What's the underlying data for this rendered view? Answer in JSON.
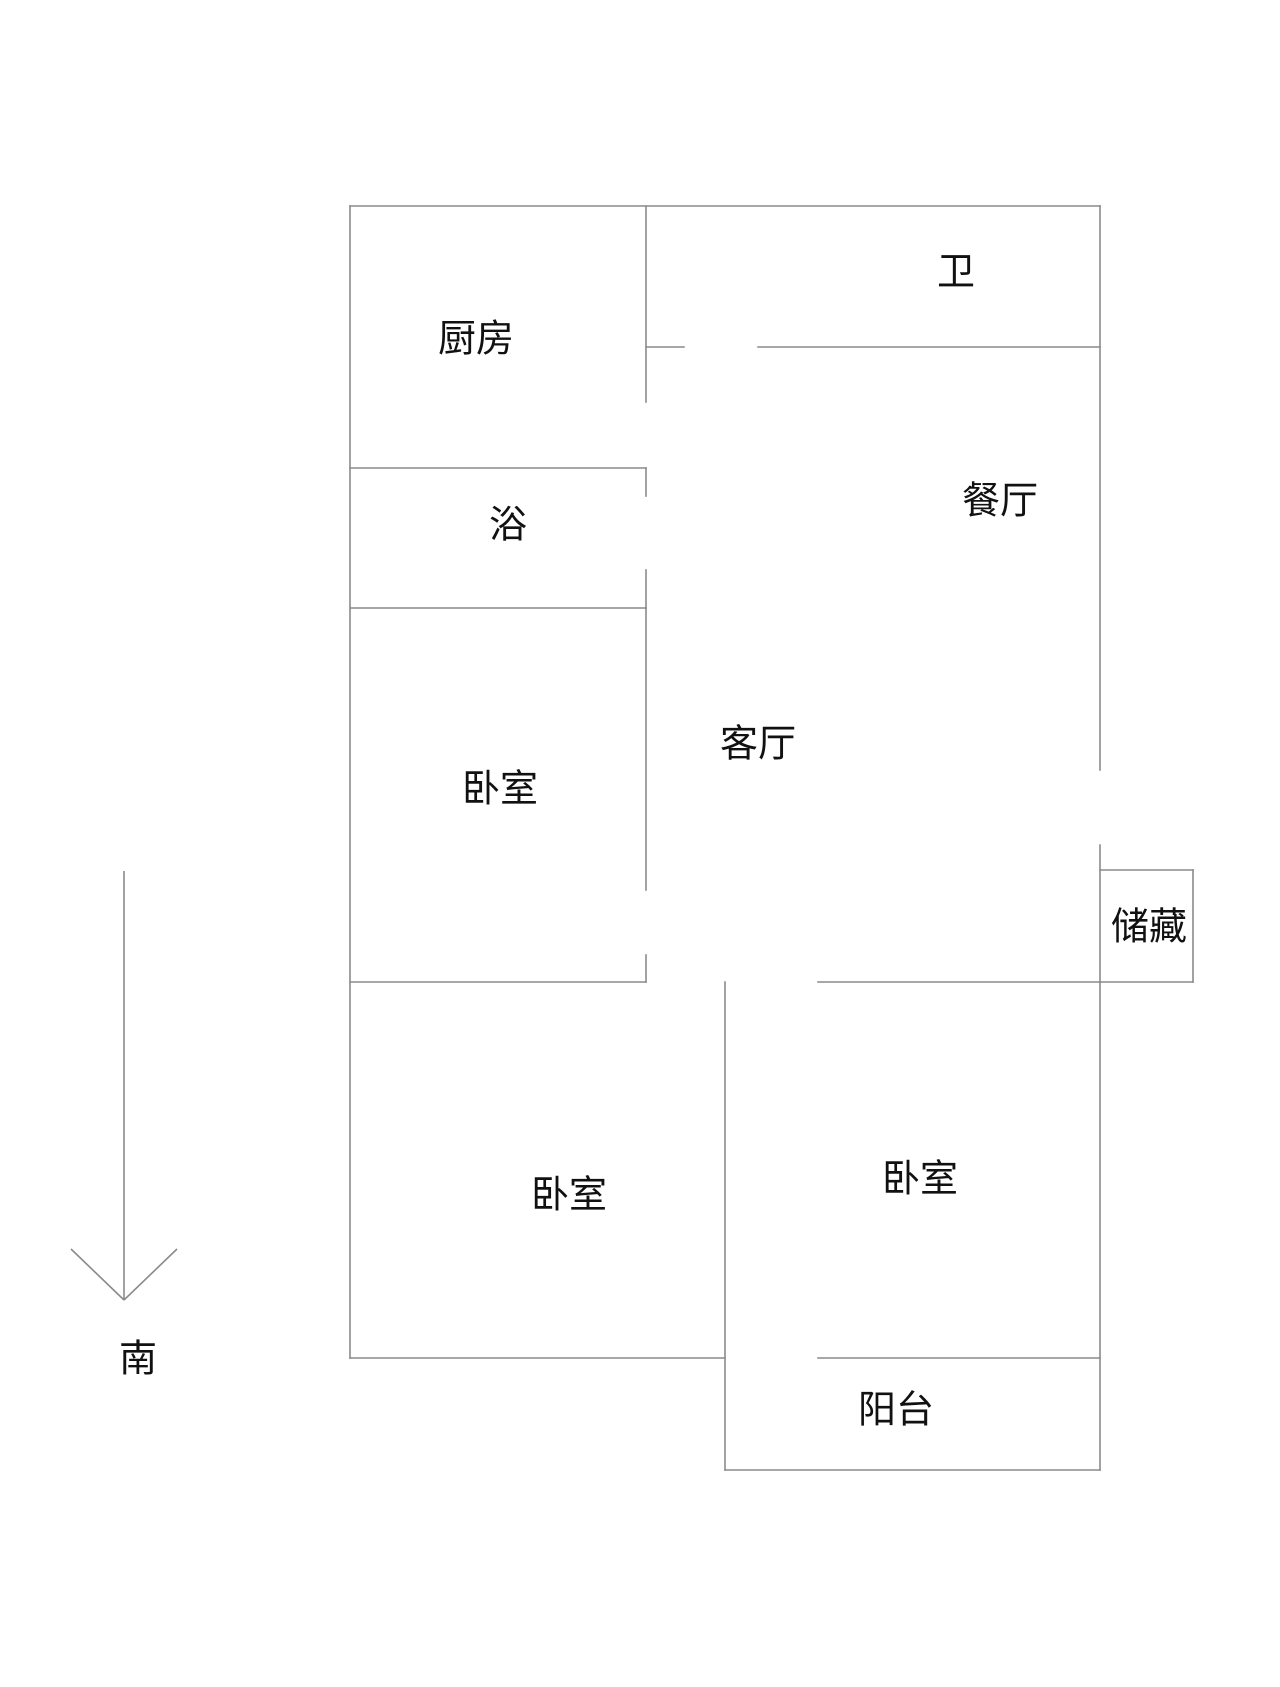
{
  "rooms": {
    "kitchen": "厨房",
    "toilet": "卫",
    "bath": "浴",
    "dining": "餐厅",
    "living": "客厅",
    "bedroom_1": "卧室",
    "bedroom_2": "卧室",
    "bedroom_3": "卧室",
    "storage": "储藏",
    "balcony": "阳台"
  },
  "compass": {
    "direction_label": "南",
    "arrow_icon": "arrow-down-icon"
  },
  "colors": {
    "wall": "#8a8a8a",
    "text": "#111111",
    "background": "#ffffff"
  }
}
